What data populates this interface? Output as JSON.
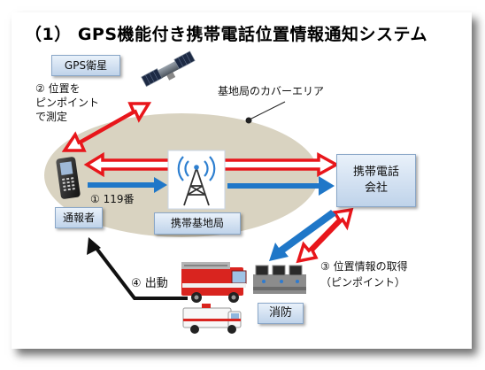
{
  "title": "（1） GPS機能付き携帯電話位置情報通知システム",
  "nodes": {
    "gps_satellite": "GPS衛星",
    "caller": "通報者",
    "base_station": "携帯基地局",
    "phone_company": "携帯電話\n会社",
    "fire_dept": "消防"
  },
  "labels": {
    "coverage": "基地局のカバーエリア",
    "step1": "① 119番",
    "step2": "② 位置を\nピンポイント\nで測定",
    "step3": "③ 位置情報の取得\n（ピンポイント）",
    "step4": "④ 出動"
  },
  "colors": {
    "coverage_area": "#d9d3c1",
    "red_arrow": "#e8161b",
    "blue_arrow": "#1f77c8",
    "box_fill": "#cddcee",
    "black_arrow": "#111111"
  }
}
